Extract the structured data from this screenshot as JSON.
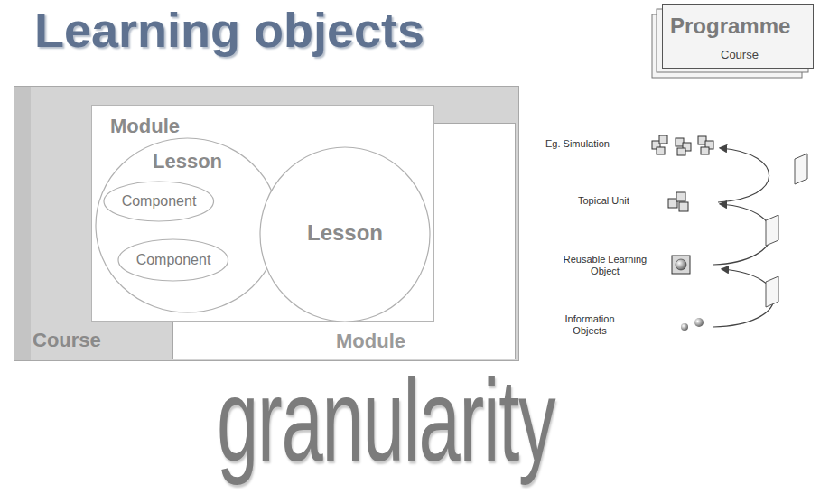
{
  "diagram": {
    "title": "Learning objects",
    "nodes": [
      {
        "text": [
          "Course"
        ]
      },
      {
        "text": [
          "Module"
        ],
        "in": 0
      },
      {
        "text": [
          "Lesson"
        ],
        "in": 1
      },
      {
        "text": [
          "Component"
        ],
        "in": 2
      },
      {
        "text": [
          "Component"
        ],
        "in": 2
      },
      {
        "text": [
          "Lesson"
        ],
        "in": 1
      },
      {
        "text": [
          "Module"
        ],
        "in": 0
      },
      {
        "text": [
          "Programme",
          "Course"
        ]
      }
    ],
    "labels": [
      "Eg. Simulation",
      "Topical Unit",
      "Reusable Learning Object",
      "Information Objects",
      "granularity"
    ]
  }
}
